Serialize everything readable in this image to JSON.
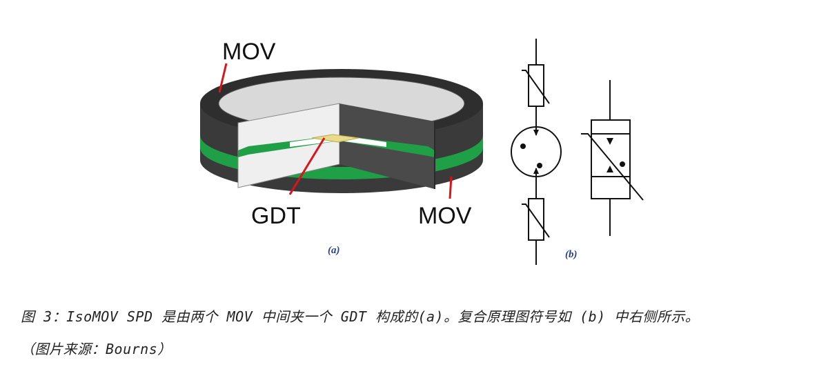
{
  "diagram_a": {
    "label_mov_top": "MOV",
    "label_gdt": "GDT",
    "label_mov_bottom": "MOV",
    "panel_label": "(a)"
  },
  "diagram_b": {
    "panel_label": "(b)"
  },
  "caption": {
    "line1": "图 3：IsoMOV SPD 是由两个 MOV 中间夹一个 GDT 构成的(a)。复合原理图符号如 (b) 中右侧所示。",
    "line2": "（图片来源：Bourns）"
  },
  "colors": {
    "mov_body": "#3a3a3a",
    "insulator_green": "#1fa046",
    "gdt_yellow": "#e8dc8a",
    "callout_red": "#d9141b",
    "panel_label_blue": "#2a3f8f"
  }
}
